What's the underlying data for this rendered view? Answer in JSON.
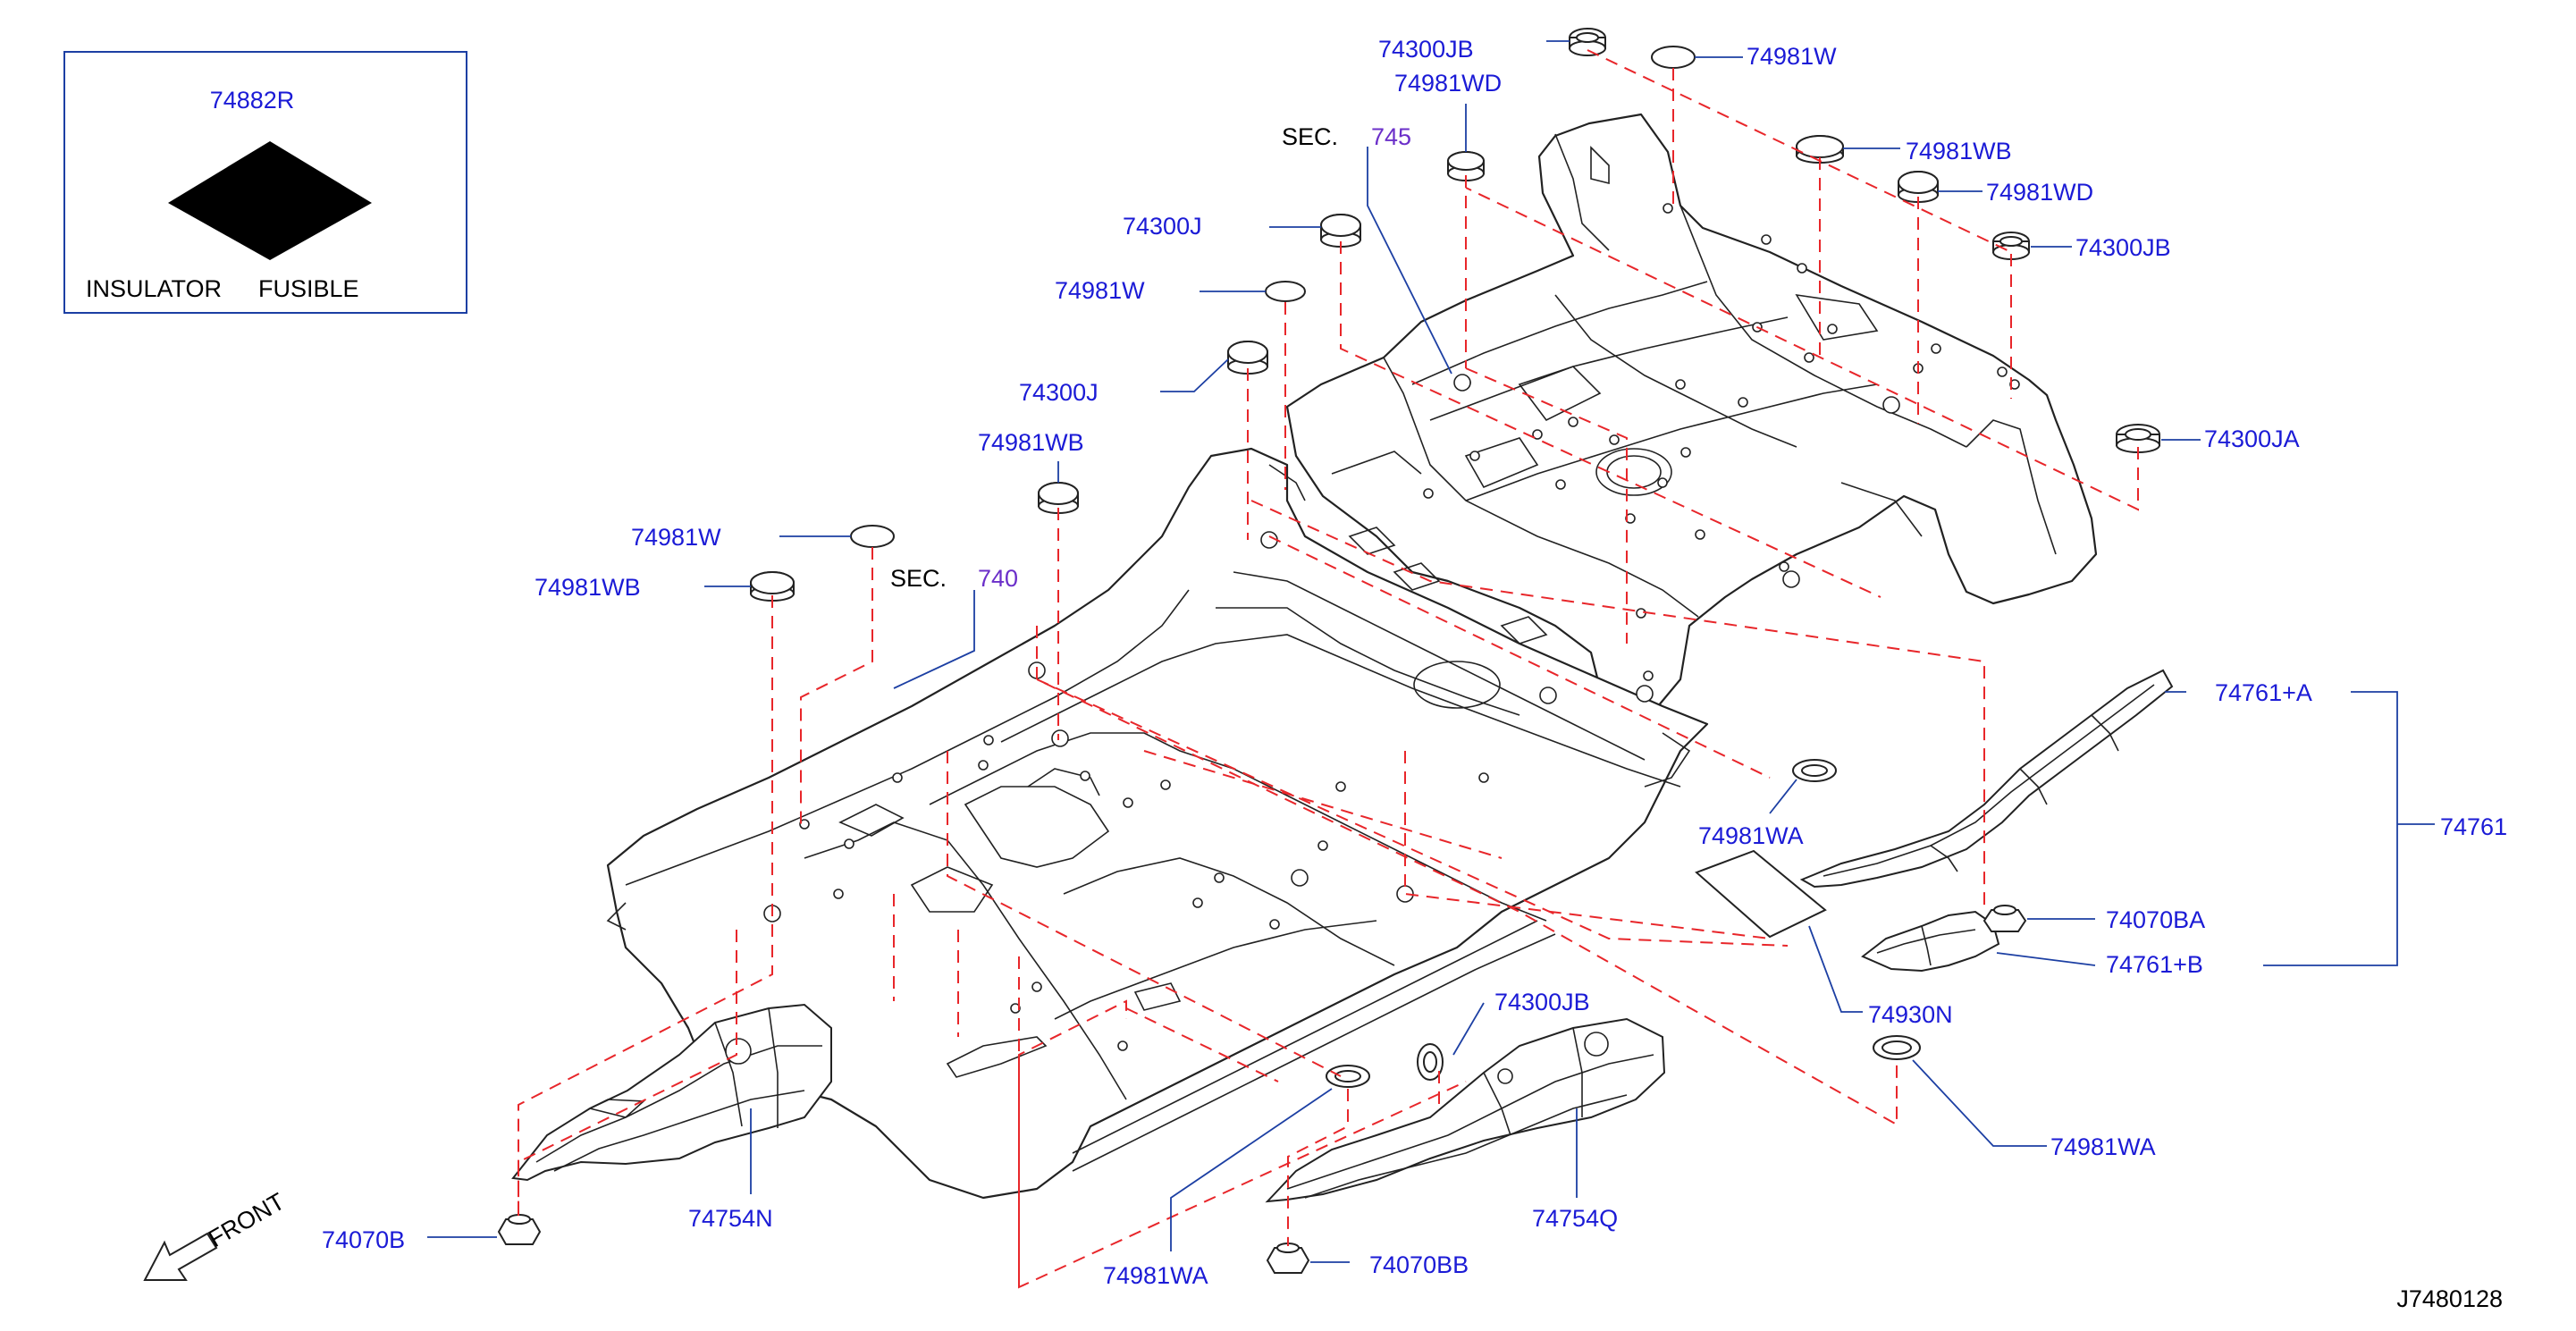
{
  "colors": {
    "label": "#1b1bd6",
    "section": "#6b2fc9",
    "leader": "#1c3fa3",
    "dashed": "#e8262a",
    "line": "#222222"
  },
  "legend": {
    "part_no": "74882R",
    "caption_word1": "INSULATOR",
    "caption_word2": "FUSIBLE"
  },
  "sections": {
    "prefix": "SEC.",
    "rear": "745",
    "front": "740"
  },
  "labels": {
    "l01": "74300JB",
    "l02": "74981W",
    "l03": "74981WD",
    "l04": "74981WB",
    "l05": "74981WD",
    "l06": "74300JB",
    "l07": "74300J",
    "l08": "74981W",
    "l09": "74300J",
    "l10": "74300JA",
    "l11": "74981WB",
    "l12": "74981W",
    "l13": "74981WB",
    "l14": "74761+A",
    "l15": "74761",
    "l16": "74981WA",
    "l17": "74070BA",
    "l18": "74761+B",
    "l19": "74930N",
    "l20": "74300JB",
    "l21": "74981WA",
    "l22": "74754N",
    "l23": "74754Q",
    "l24": "74070B",
    "l25": "74981WA",
    "l26": "74070BB"
  },
  "front_arrow": "FRONT",
  "diagram_id": "J7480128"
}
